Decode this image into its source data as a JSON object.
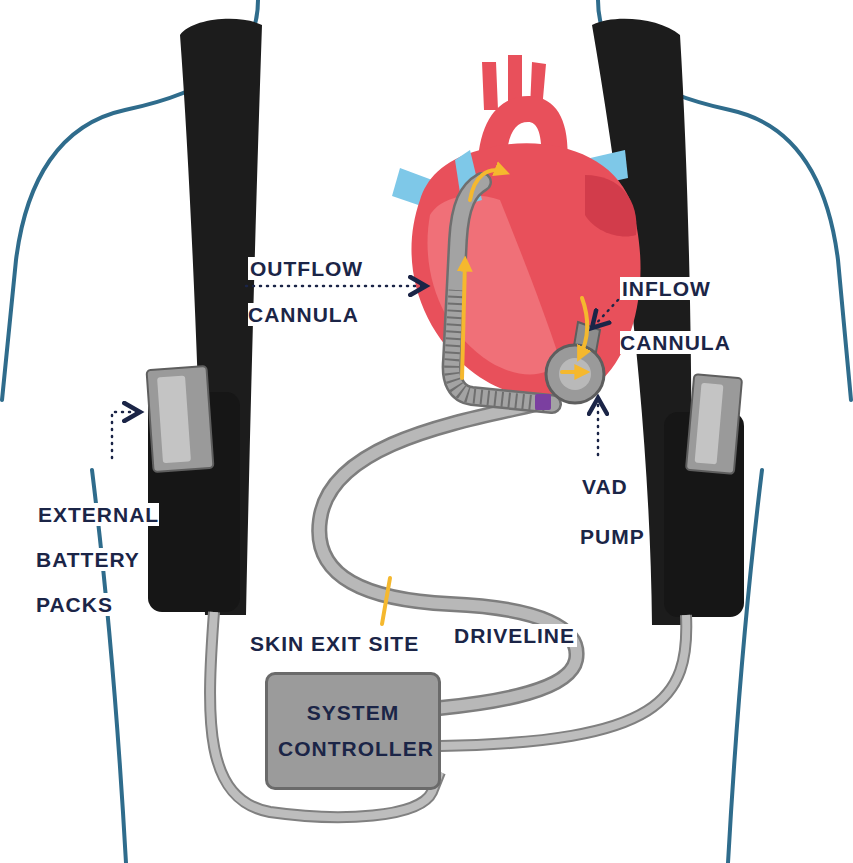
{
  "diagram": {
    "nodes": [
      {
        "text": [
          "SYSTEM CONTROLLER"
        ]
      }
    ],
    "labels": [
      "OUTFLOW CANNULA",
      "INFLOW CANNULA",
      "VAD PUMP",
      "EXTERNAL BATTERY PACKS",
      "SKIN EXIT SITE",
      "DRIVELINE"
    ]
  }
}
